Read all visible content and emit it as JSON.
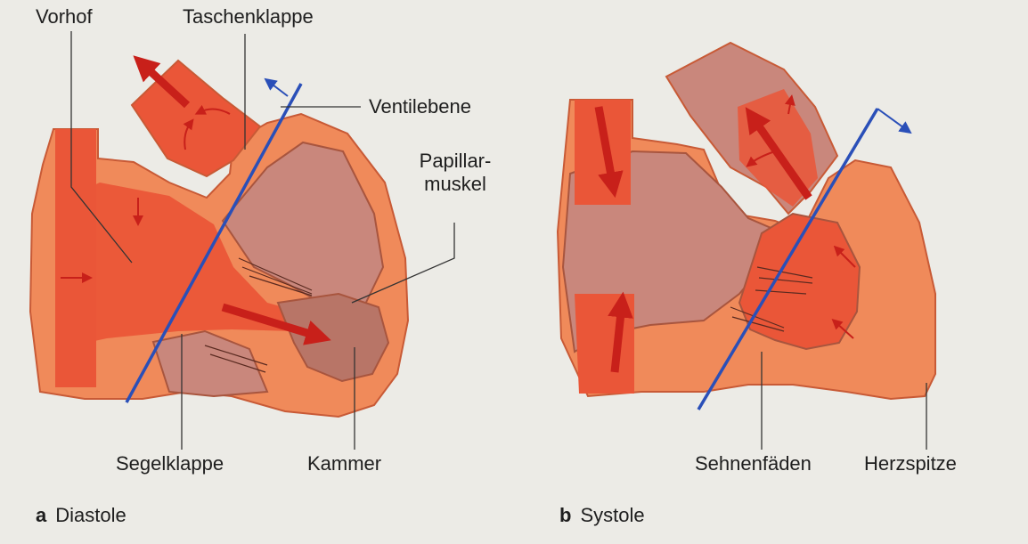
{
  "labels": {
    "vorhof": "Vorhof",
    "taschenklappe": "Taschenklappe",
    "ventilebene": "Ventilebene",
    "papillarmuskel_line1": "Papillar-",
    "papillarmuskel_line2": "muskel",
    "segelklappe": "Segelklappe",
    "kammer": "Kammer",
    "sehnenfaeden": "Sehnenfäden",
    "herzspitze": "Herzspitze"
  },
  "captions": {
    "a": {
      "letter": "a",
      "text": "Diastole"
    },
    "b": {
      "letter": "b",
      "text": "Systole"
    }
  },
  "colors": {
    "wall": "#f08a5a",
    "wall_dark": "#c85a36",
    "blood": "#ea5638",
    "chamber": "#c9877c",
    "arrow": "#c8201a",
    "valve_plane": "#2a4fb8",
    "leader": "#333333"
  }
}
